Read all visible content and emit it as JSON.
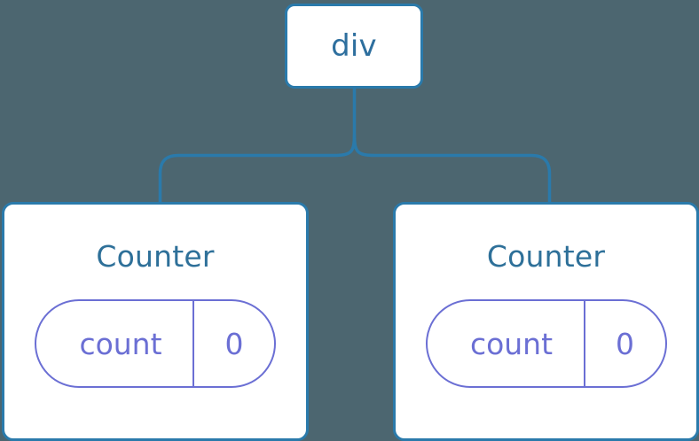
{
  "diagram": {
    "type": "component-tree",
    "background_color": "#4c6670",
    "node_border_color": "#2a7aab",
    "node_text_color": "#2e6f9e",
    "state_color": "#6b6fd4",
    "connector_color": "#2a7aab",
    "root": {
      "label": "div"
    },
    "children": [
      {
        "title": "Counter",
        "state": {
          "key": "count",
          "value": "0"
        }
      },
      {
        "title": "Counter",
        "state": {
          "key": "count",
          "value": "0"
        }
      }
    ]
  }
}
